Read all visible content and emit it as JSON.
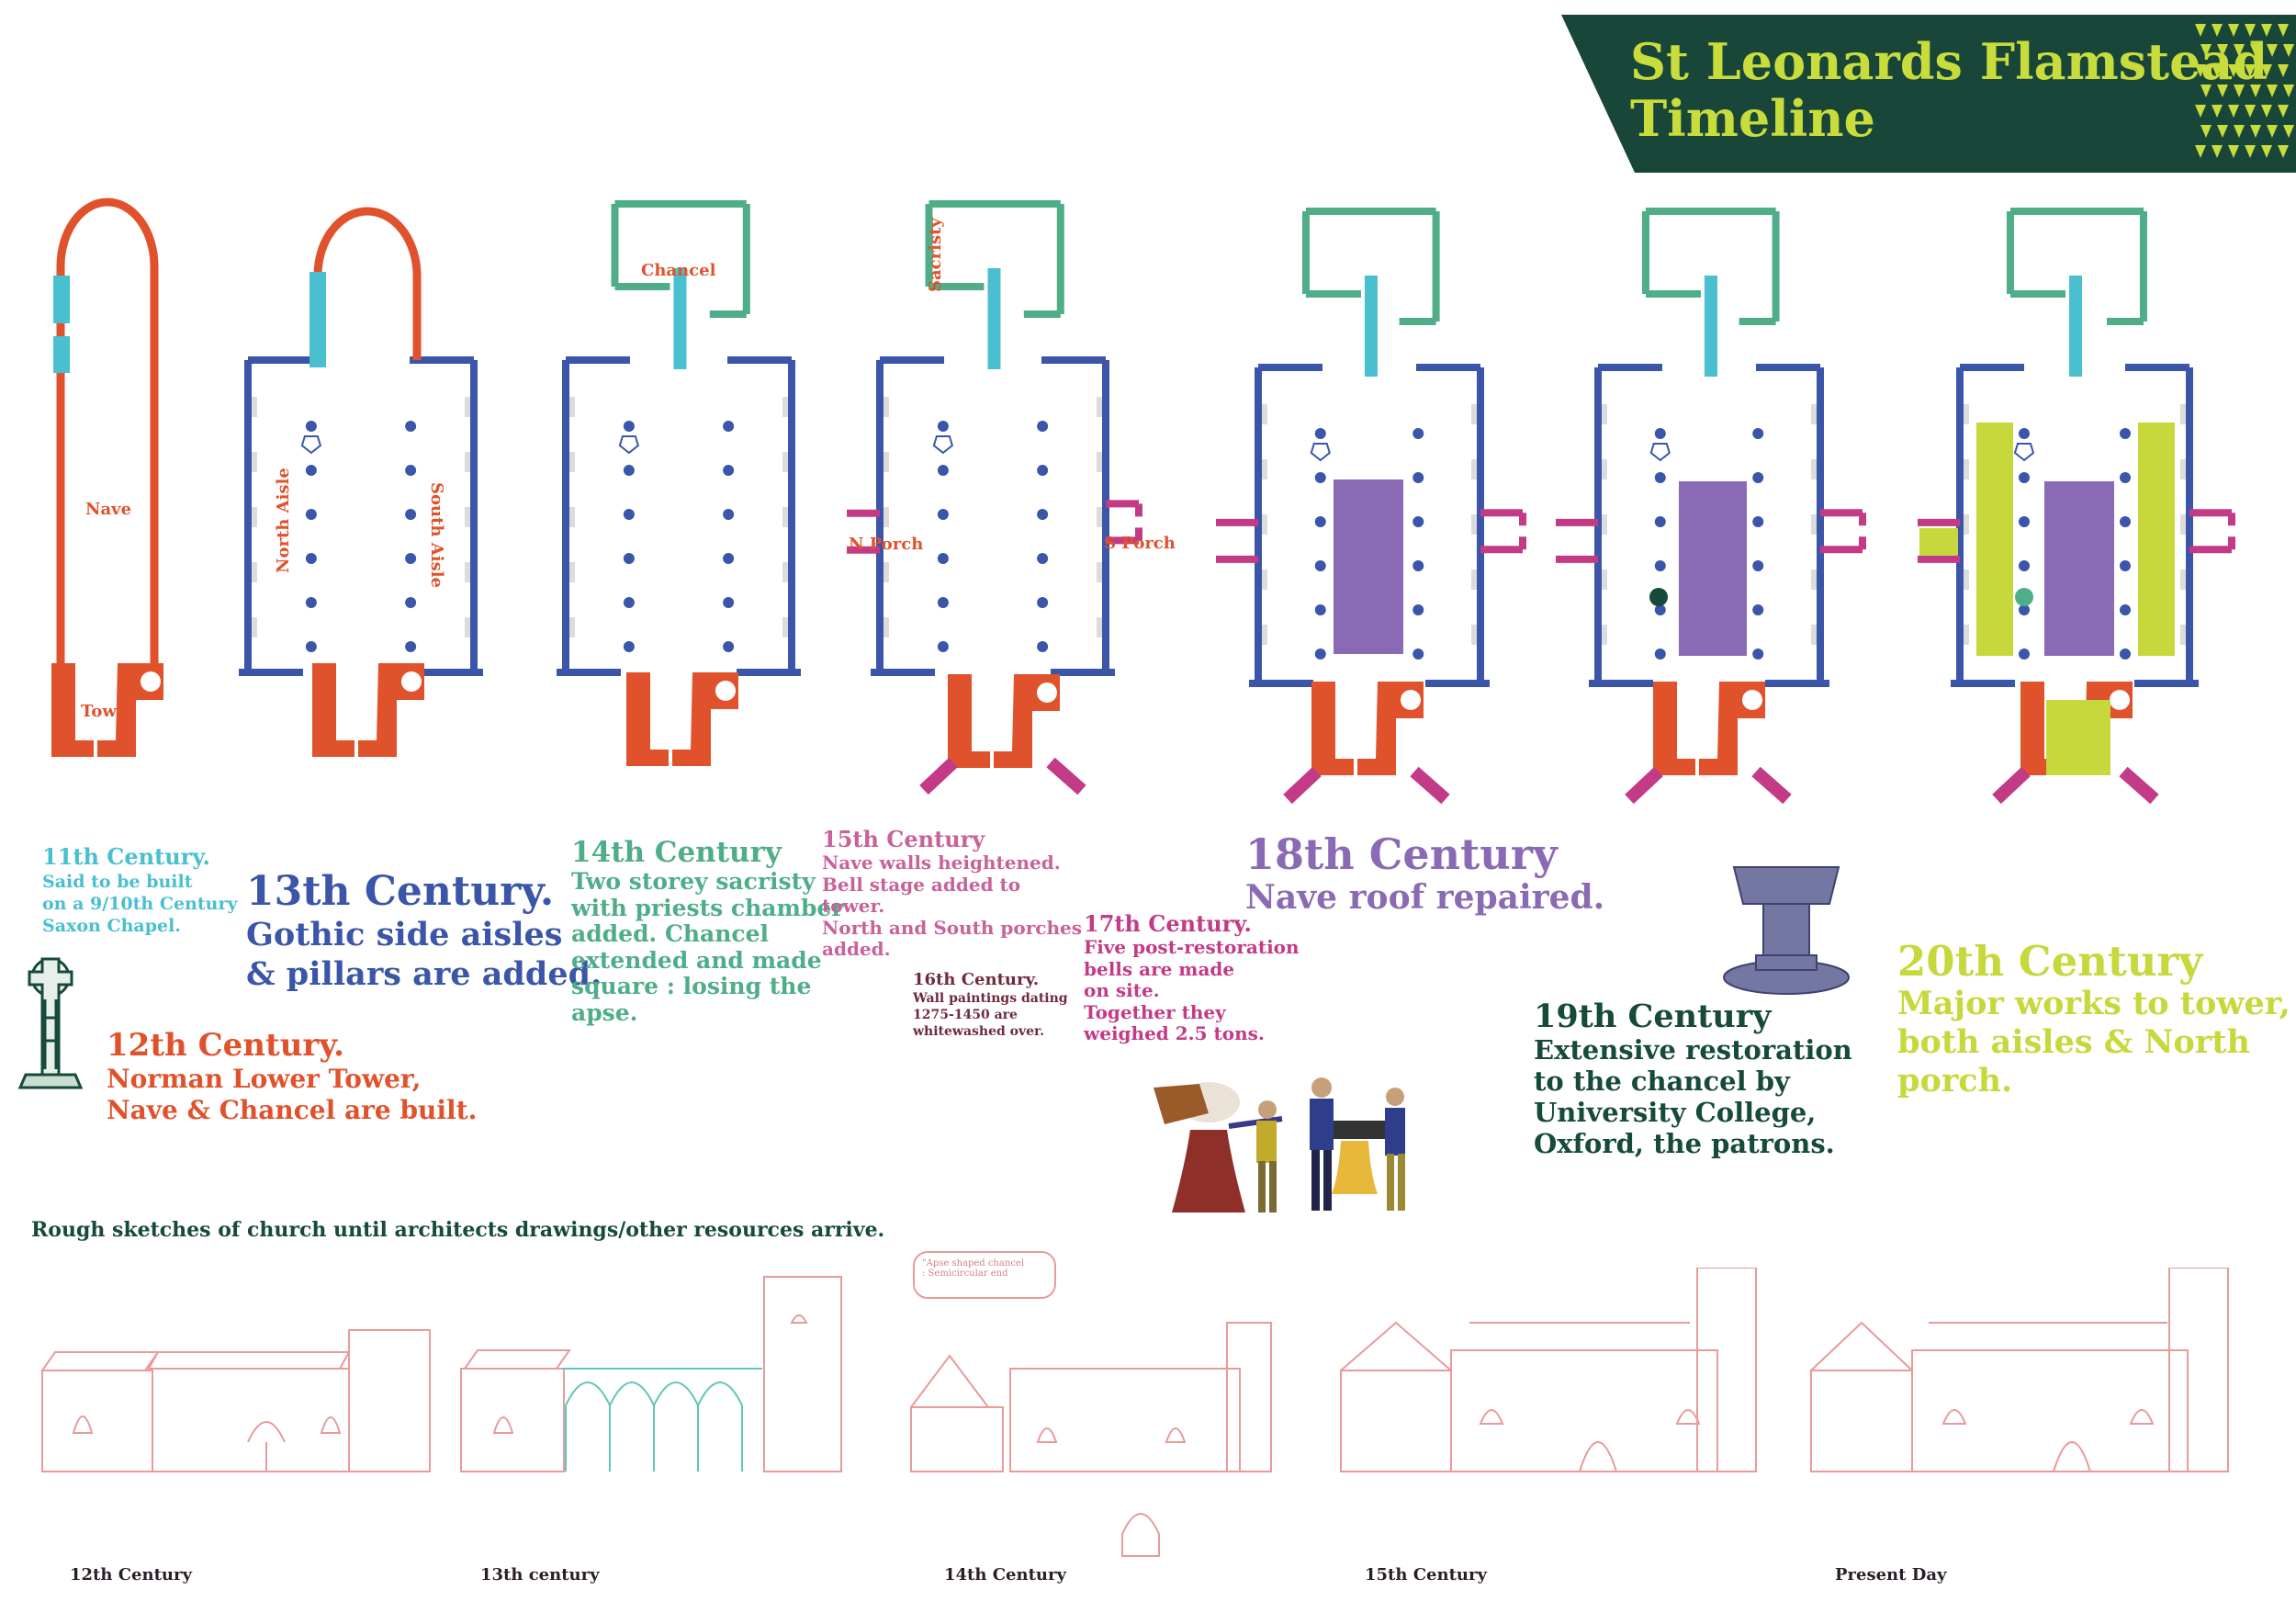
{
  "title": {
    "line1": "St Leonards Flamstead",
    "line2": "Timeline"
  },
  "colors": {
    "banner": "#18473a",
    "title_text": "#c8dc3c",
    "c11": "#49bfcf",
    "c12": "#e0522c",
    "c13": "#3b55a8",
    "c14": "#4fae88",
    "c15": "#c8629a",
    "c17": "#c33a86",
    "c18": "#8a6ab4",
    "c19": "#164a3a",
    "c20": "#c6d83c",
    "sketch": "#e99a9a",
    "sketch_aisle": "#5fc7b5"
  },
  "plan_labels": {
    "nave": "Nave",
    "tower": "Tower",
    "north_aisle": "North Aisle",
    "south_aisle": "South Aisle",
    "chancel": "Chancel",
    "sacristy": "Sacristy",
    "n_porch": "N Porch",
    "s_porch": "S Porch"
  },
  "eras": {
    "c11": {
      "heading": "11th Century.",
      "lines": [
        "Said to be built",
        "on a 9/10th Century",
        "Saxon Chapel."
      ]
    },
    "c12": {
      "heading": "12th Century.",
      "lines": [
        "Norman Lower Tower,",
        "Nave & Chancel are built."
      ]
    },
    "c13": {
      "heading": "13th Century.",
      "lines": [
        "Gothic side aisles",
        "& pillars are added."
      ]
    },
    "c14": {
      "heading": "14th Century",
      "lines": [
        "Two storey sacristy",
        "with priests chamber",
        "added. Chancel",
        "extended and made",
        "square : losing the",
        "apse."
      ]
    },
    "c15": {
      "heading": "15th Century",
      "lines": [
        "Nave walls heightened.",
        "Bell stage added to",
        "tower.",
        "North and South porches",
        "added."
      ]
    },
    "c16": {
      "heading": "16th Century.",
      "lines": [
        "Wall paintings dating",
        "1275-1450 are",
        "whitewashed over."
      ]
    },
    "c17": {
      "heading": "17th Century.",
      "lines": [
        "Five post-restoration",
        "bells are made",
        "on site.",
        "Together they",
        "weighed 2.5 tons."
      ]
    },
    "c18": {
      "heading": "18th Century",
      "lines": [
        "Nave roof repaired."
      ]
    },
    "c19": {
      "heading": "19th Century",
      "lines": [
        "Extensive restoration",
        "to the chancel by",
        "University College,",
        "Oxford, the patrons."
      ]
    },
    "c20": {
      "heading": "20th Century",
      "lines": [
        "Major works to tower,",
        "both aisles  & North",
        "porch."
      ]
    }
  },
  "sketch_note": "Rough sketches of church until architects drawings/other resources arrive.",
  "sketch_bubble": [
    "\"Apse shaped chancel",
    ": Semicircular end"
  ],
  "bottom_labels": [
    "12th Century",
    "13th century",
    "14th Century",
    "15th Century",
    "Present Day"
  ]
}
